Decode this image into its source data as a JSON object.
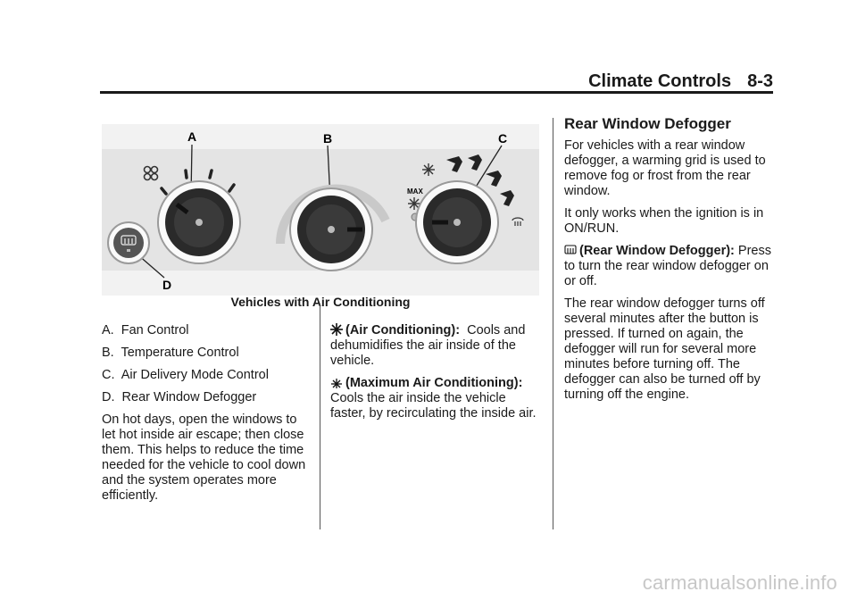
{
  "header": {
    "section": "Climate Controls",
    "page": "8-3"
  },
  "figure": {
    "callouts": {
      "a": "A",
      "b": "B",
      "c": "C",
      "d": "D"
    },
    "max_label": "MAX",
    "caption": "Vehicles with Air Conditioning"
  },
  "legend": [
    "A.  Fan Control",
    "B.  Temperature Control",
    "C.  Air Delivery Mode Control",
    "D.  Rear Window Defogger"
  ],
  "intro_paragraph": "On hot days, open the windows to let hot inside air escape; then close them. This helps to reduce the time needed for the vehicle to cool down and the system operates more efficiently.",
  "ac": {
    "term": "(Air Conditioning):",
    "text": "Cools and dehumidifies the air inside of the vehicle."
  },
  "max_ac": {
    "term": "(Maximum Air Conditioning):",
    "text": "Cools the air inside the vehicle faster, by recirculating the inside air."
  },
  "rear_defogger": {
    "title": "Rear Window Defogger",
    "p1": "For vehicles with a rear window defogger, a warming grid is used to remove fog or frost from the rear window.",
    "p2": "It only works when the ignition is in ON/RUN.",
    "button_term": "(Rear Window Defogger):",
    "button_text": "Press to turn the rear window defogger on or off.",
    "p4": "The rear window defogger turns off several minutes after the button is pressed. If turned on again, the defogger will run for several more minutes before turning off. The defogger can also be turned off by turning off the engine."
  },
  "watermark": "carmanualsonline.info",
  "icons": [
    "fan-icon",
    "snowflake-icon",
    "defrost-icon",
    "rear-defog-icon",
    "vent-icon"
  ]
}
